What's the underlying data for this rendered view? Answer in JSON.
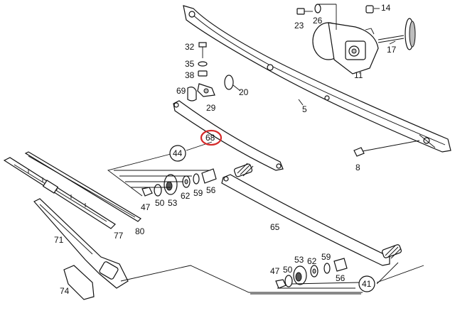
{
  "parts": {
    "p14": "14",
    "p23": "23",
    "p26": "26",
    "p17": "17",
    "p11": "11",
    "p32": "32",
    "p35": "35",
    "p38": "38",
    "p69": "69",
    "p20": "20",
    "p29": "29",
    "p5": "5",
    "p68": "68",
    "p44": "44",
    "p8": "8",
    "p47a": "47",
    "p50a": "50",
    "p53a": "53",
    "p62a": "62",
    "p59a": "59",
    "p56a": "56",
    "p77": "77",
    "p80": "80",
    "p71": "71",
    "p65": "65",
    "p74": "74",
    "p53b": "53",
    "p62b": "62",
    "p59b": "59",
    "p47b": "47",
    "p50b": "50",
    "p56b": "56",
    "p41": "41"
  },
  "highlight": {
    "part": "68",
    "color": "#d42a2a"
  }
}
